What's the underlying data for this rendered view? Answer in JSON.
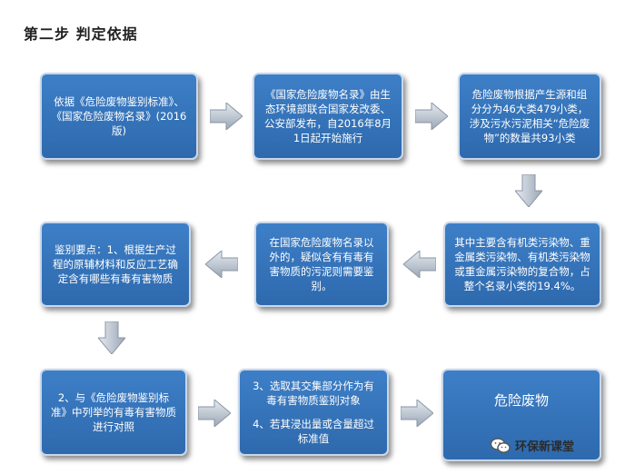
{
  "heading": "第二步 判定依据",
  "boxes": {
    "b1": "依据《危险废物鉴别标准》、《国家危险废物名录》(2016版)",
    "b2": "《国家危险废物名录》由生态环境部联合国家发改委、公安部发布，自2016年8月1日起开始施行",
    "b3": "危险废物根据产生源和组分分为46大类479小类，涉及污水污泥相关“危险废物”的数量共93小类",
    "b4": "其中主要含有机类污染物、重金属类污染物、有机类污染物或重金属污染物的复合物，占整个名录小类的19.4%。",
    "b5": "在国家危险废物名录以外的，疑似含有有毒有害物质的污泥则需要鉴别。",
    "b6": "鉴别要点：1、根据生产过程的原辅材料和反应工艺确定含有哪些有毒有害物质",
    "b7": "2、与《危险废物鉴别标准》中列举的有毒有害物质进行对照",
    "b8a": "3、选取其交集部分作为有毒有害物质鉴别对象",
    "b8b": "4、若其浸出量或含量超过标准值",
    "b9": "危险废物"
  },
  "watermark": {
    "text": "环保新课堂",
    "icon": "wechat-icon"
  }
}
